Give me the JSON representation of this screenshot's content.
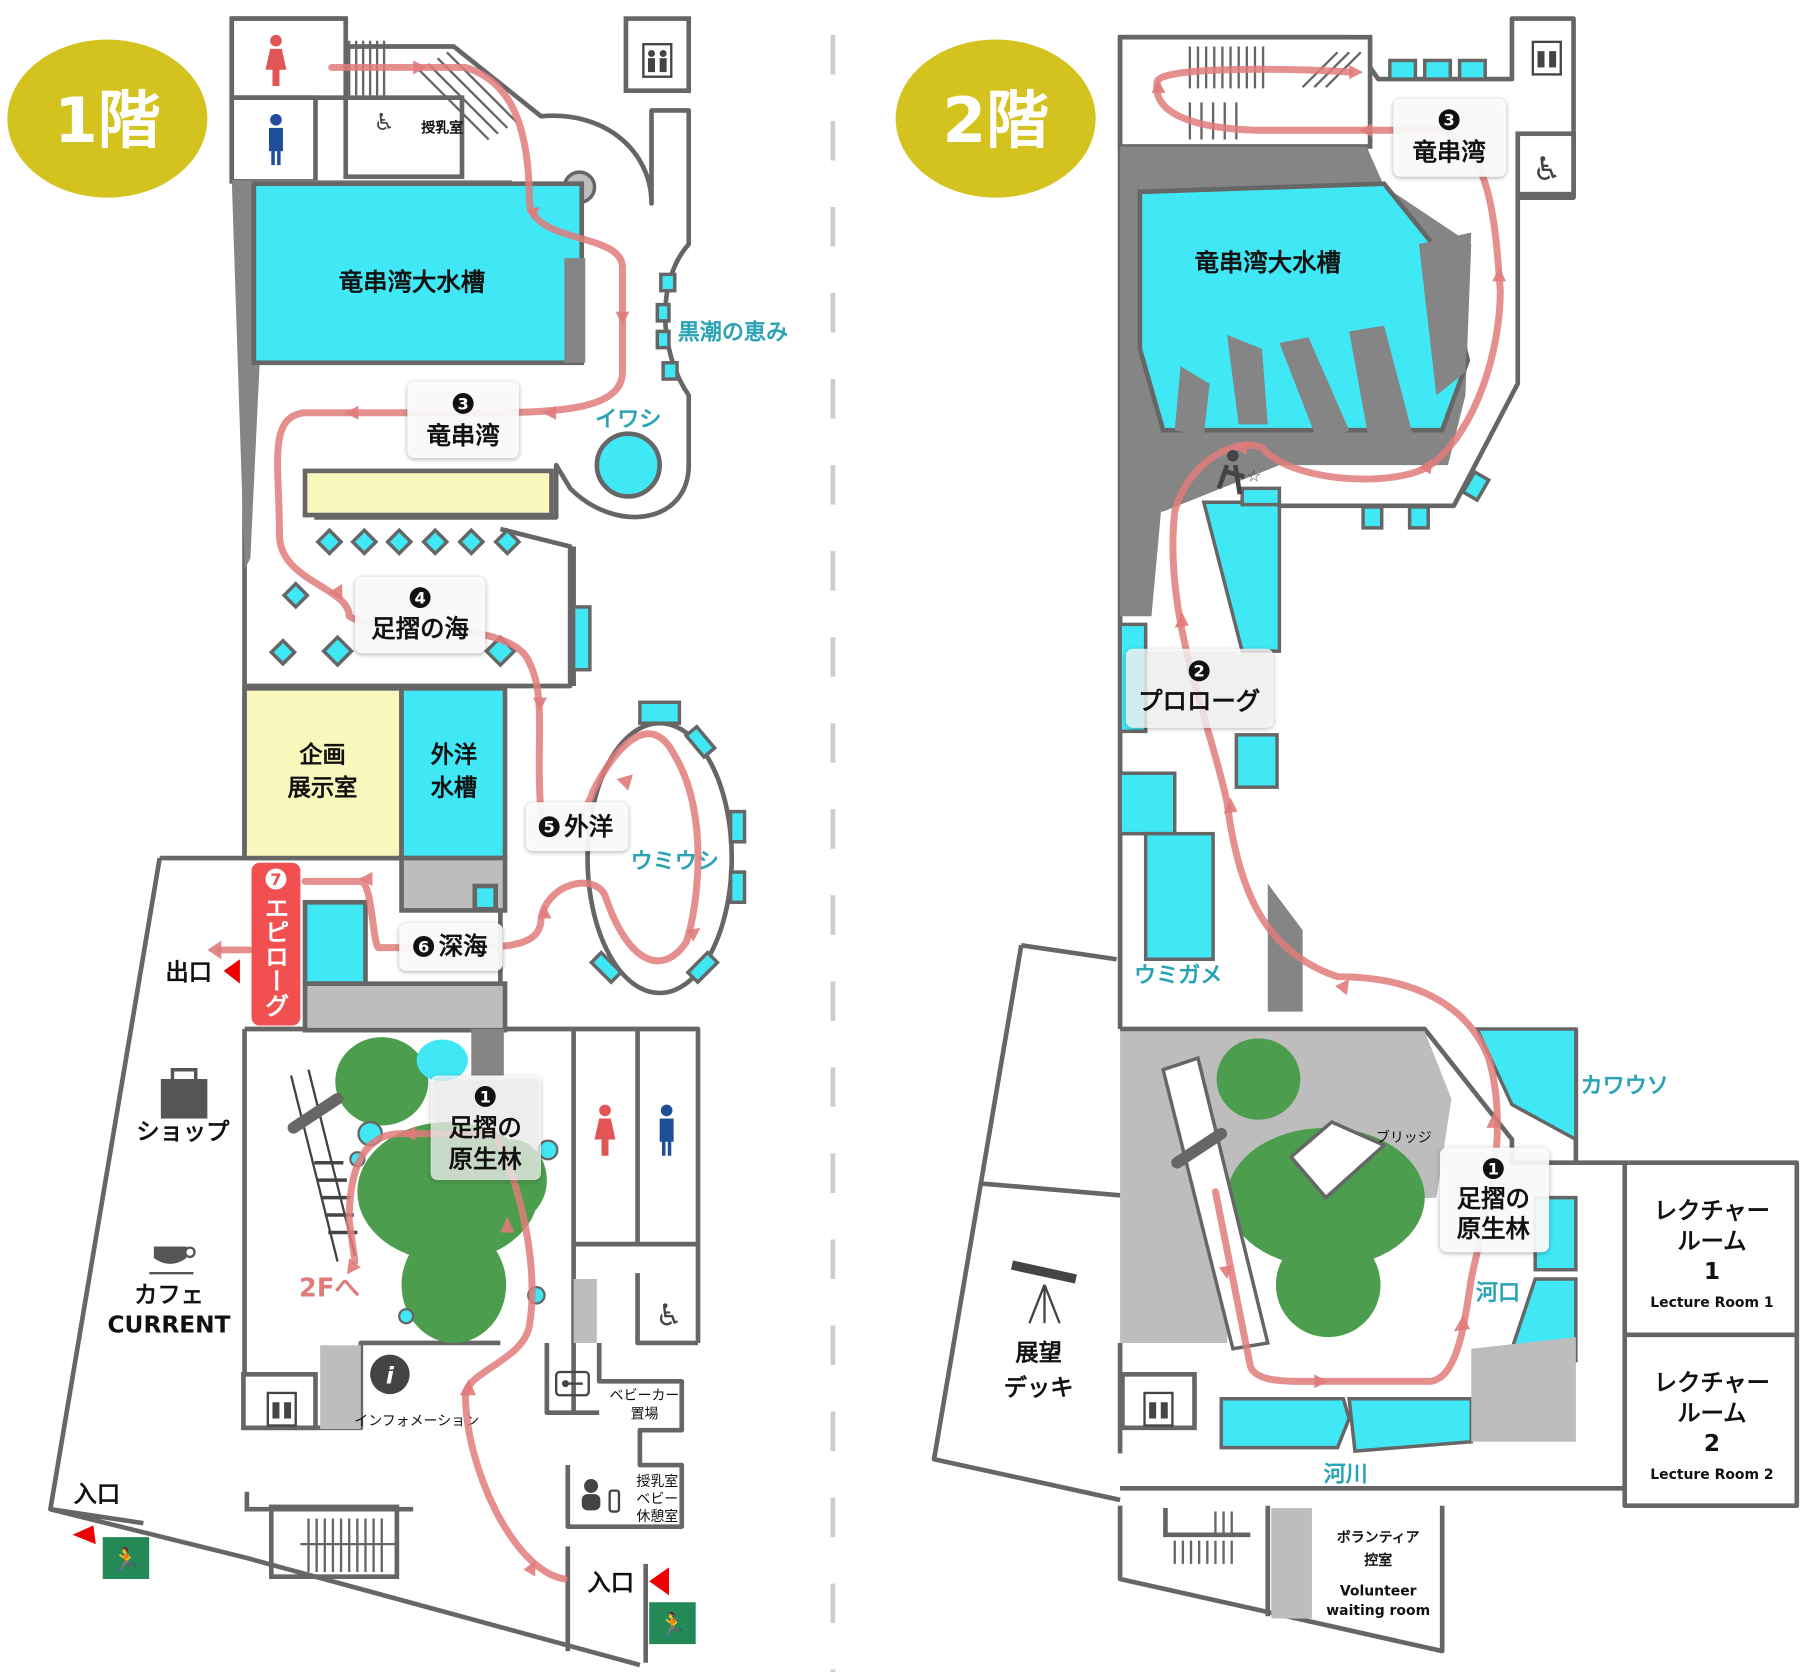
{
  "floor1": {
    "badge": "1階",
    "tank_main": "竜串湾大水槽",
    "stops": {
      "s1_num": "1",
      "s1_l1": "足摺の",
      "s1_l2": "原生林",
      "s3_num": "3",
      "s3": "竜串湾",
      "s4_num": "4",
      "s4": "足摺の海",
      "s5_num": "5",
      "s5": "外洋",
      "s6_num": "6",
      "s6": "深海",
      "s7_num": "7",
      "s7": "エピローグ"
    },
    "exhibit_labels": {
      "kuroshio": "黒潮の恵み",
      "iwashi": "イワシ",
      "umiushi": "ウミウシ"
    },
    "rooms": {
      "special_l1": "企画",
      "special_l2": "展示室",
      "ocean_l1": "外洋",
      "ocean_l2": "水槽",
      "nursing_small": "授乳室",
      "exit": "出口",
      "shop": "ショップ",
      "cafe_l1": "カフェ",
      "cafe_l2": "CURRENT",
      "to_2f": "2Fへ",
      "info": "インフォメーション",
      "stroller_l1": "ベビーカー",
      "stroller_l2": "置場",
      "baby_l1": "授乳室",
      "baby_l2": "ベビー",
      "baby_l3": "休憩室",
      "entrance_main": "入口",
      "entrance_side": "入口"
    }
  },
  "floor2": {
    "badge": "2階",
    "tank_main": "竜串湾大水槽",
    "stops": {
      "s1_num": "1",
      "s1_l1": "足摺の",
      "s1_l2": "原生林",
      "s2_num": "2",
      "s2": "プロローグ",
      "s3_num": "3",
      "s3": "竜串湾"
    },
    "exhibit_labels": {
      "umigame": "ウミガメ",
      "kawauso": "カワウソ",
      "kakou": "河口",
      "kasen": "河川"
    },
    "rooms": {
      "bridge": "ブリッジ",
      "deck_l1": "展望",
      "deck_l2": "デッキ",
      "lecture1_l1": "レクチャー",
      "lecture1_l2": "ルーム",
      "lecture1_l3": "1",
      "lecture1_en": "Lecture Room 1",
      "lecture2_l1": "レクチャー",
      "lecture2_l2": "ルーム",
      "lecture2_l3": "2",
      "lecture2_en": "Lecture Room 2",
      "volunteer_l1": "ボランティア",
      "volunteer_l2": "控室",
      "volunteer_en1": "Volunteer",
      "volunteer_en2": "waiting room"
    }
  },
  "colors": {
    "badge": "#d4c21f",
    "water": "#40e8f5",
    "route": "#e07b7b",
    "tree": "#4c9e4e",
    "epilogue": "#f25050",
    "label": "#2aa3b5"
  }
}
